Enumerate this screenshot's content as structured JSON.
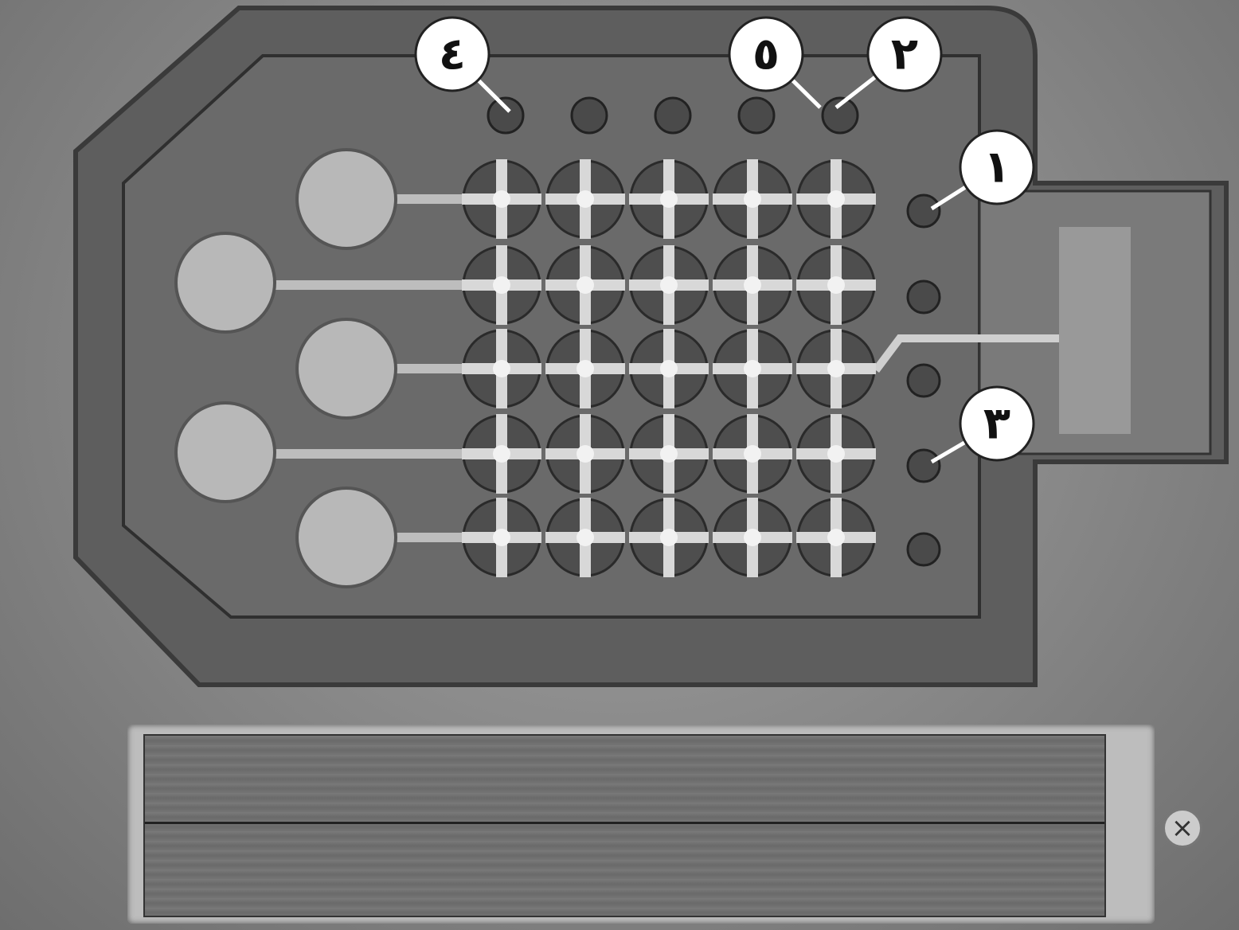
{
  "game": {
    "callouts": [
      {
        "id": "4",
        "label": "٤",
        "target": "top-knob-1"
      },
      {
        "id": "5",
        "label": "٥",
        "target": "top-knob-5"
      },
      {
        "id": "2",
        "label": "٢",
        "target": "top-knob-5"
      },
      {
        "id": "1",
        "label": "١",
        "target": "side-knob-1"
      },
      {
        "id": "3",
        "label": "٣",
        "target": "side-knob-4"
      }
    ],
    "grid": {
      "rows": 5,
      "cols": 5
    },
    "top_knobs": 5,
    "side_knobs": 5,
    "bulbs": 5,
    "message": "",
    "close_icon": "×",
    "colors": {
      "panel": "#6b6b6b",
      "wood": "#5a5a5a",
      "pipe": "#d8d8d8",
      "bulb": "#b8b8b8"
    }
  }
}
